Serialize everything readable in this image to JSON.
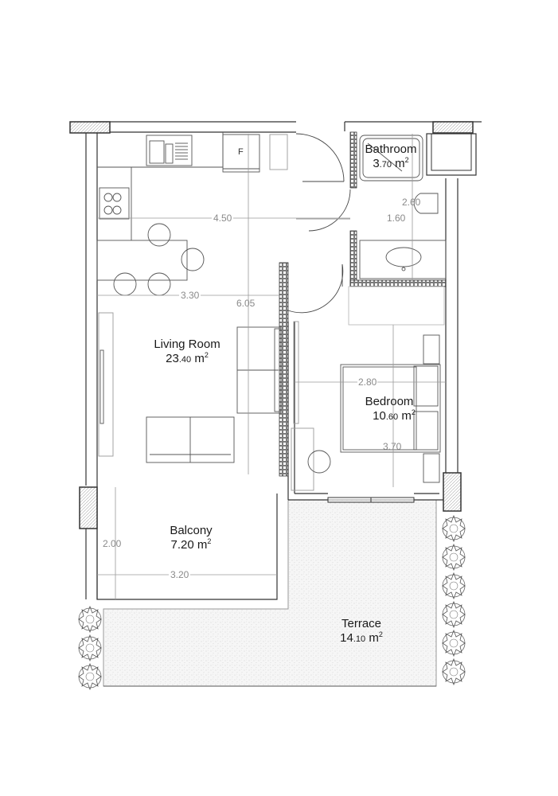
{
  "plan": {
    "rooms": [
      {
        "id": "living",
        "name": "Living Room",
        "area_int": "23",
        "area_dec": ".40",
        "unit": "m",
        "sup": "2"
      },
      {
        "id": "bathroom",
        "name": "Bathroom",
        "area_int": "3",
        "area_dec": ".70",
        "unit": "m",
        "sup": "2"
      },
      {
        "id": "bedroom",
        "name": "Bedroom",
        "area_int": "10",
        "area_dec": ".60",
        "unit": "m",
        "sup": "2"
      },
      {
        "id": "balcony",
        "name": "Balcony",
        "area_int": "7",
        "area_dec": ".20",
        "unit": "m",
        "sup": "2"
      },
      {
        "id": "terrace",
        "name": "Terrace",
        "area_int": "14",
        "area_dec": ".10",
        "unit": "m",
        "sup": "2"
      }
    ],
    "dimensions": {
      "d450": "4.50",
      "d330": "3.30",
      "d605": "6.05",
      "d260": "2.60",
      "d160": "1.60",
      "d280": "2.80",
      "d370": "3.70",
      "d200": "2.00",
      "d320": "3.20"
    },
    "fixtures": {
      "fridge_label": "F"
    },
    "colors": {
      "wall": "#333333",
      "furniture": "#555555",
      "dimension": "#9a9a9a",
      "hatch": "#cfcfcf",
      "terrace_fill": "#f1f1f1"
    }
  }
}
